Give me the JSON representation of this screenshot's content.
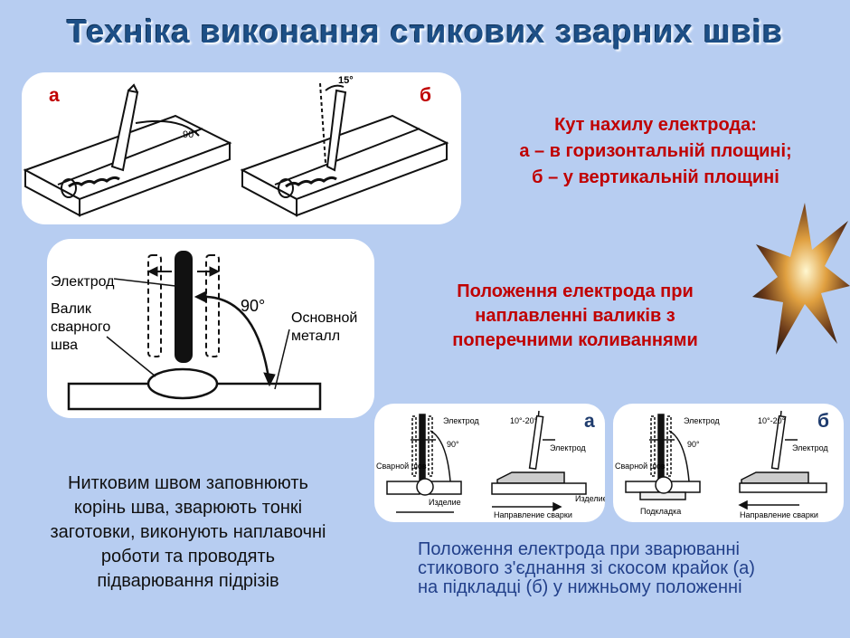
{
  "title": "Техніка виконання стикових зварних швів",
  "top_figure": {
    "label_a": "а",
    "label_b": "б",
    "angle_a": "90°",
    "angle_b": "15°"
  },
  "tilt_caption": {
    "line1": "Кут нахилу електрода:",
    "line2": "а – в  горизонтальній площині;",
    "line3": "б – у  вертикальній площині"
  },
  "middle_figure": {
    "electrode": "Электрод",
    "bead_line1": "Валик",
    "bead_line2": "сварного",
    "bead_line3": "шва",
    "angle": "90°",
    "base_line1": "Основной",
    "base_line2": "металл"
  },
  "position_caption": {
    "line1": "Положення електрода при",
    "line2": "наплавленні валиків з",
    "line3": "поперечними коливаннями"
  },
  "bottom_left_text": {
    "line1": "Нитковим швом заповнюють",
    "line2": "корінь шва, зварюють тонкі",
    "line3": "заготовки, виконують наплавочні",
    "line4": "роботи та проводять",
    "line5": "підварювання підрізів"
  },
  "small_figure_a": {
    "letter": "а",
    "electrode1": "Электрод",
    "angle_top": "10°-20°",
    "angle": "90°",
    "seam": "Сварной шов",
    "electrode2": "Электрод",
    "part": "Изделие",
    "part2": "Изделие",
    "direction": "Направление сварки"
  },
  "small_figure_b": {
    "letter": "б",
    "electrode1": "Электрод",
    "angle_top": "10°-20°",
    "angle": "90°",
    "seam": "Сварной шов",
    "electrode2": "Электрод",
    "backing": "Подкладка",
    "direction": "Направление сварки"
  },
  "bottom_right_text": {
    "line1": "Положення електрода при зварюванні",
    "line2": "стикового з'єднання зі скосом крайок (а)",
    "line3": "на підкладці (б) у нижньому положенні"
  },
  "colors": {
    "background": "#b7cdf1",
    "title": "#1d4f86",
    "red_caption": "#c00000",
    "blue_caption": "#22408a"
  },
  "icons": [
    "spark-burst-icon"
  ]
}
